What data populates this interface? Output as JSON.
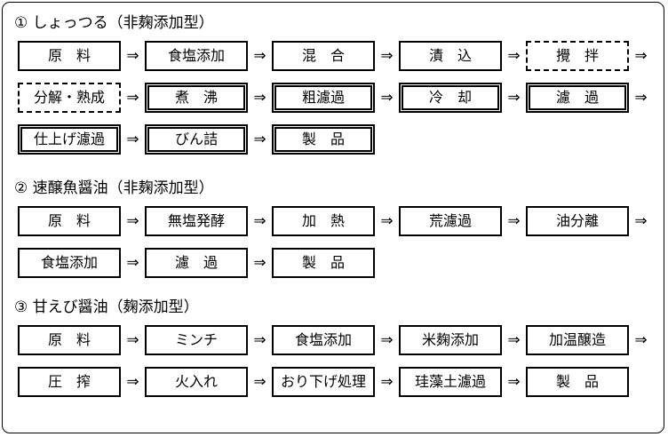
{
  "diagram": {
    "arrow_glyph": "⇒",
    "colors": {
      "line": "#000000",
      "background": "#ffffff"
    },
    "sections": [
      {
        "title": "① しょっつる（非麹添加型）",
        "rows": [
          {
            "steps": [
              {
                "label": "原　料",
                "style": "solid"
              },
              {
                "label": "食塩添加",
                "style": "solid"
              },
              {
                "label": "混　合",
                "style": "solid"
              },
              {
                "label": "漬　込",
                "style": "solid"
              },
              {
                "label": "攪　拌",
                "style": "dashed"
              }
            ],
            "trailing_arrow": true
          },
          {
            "steps": [
              {
                "label": "分解・熟成",
                "style": "dashed"
              },
              {
                "label": "煮　沸",
                "style": "double"
              },
              {
                "label": "粗濾過",
                "style": "double"
              },
              {
                "label": "冷　却",
                "style": "double"
              },
              {
                "label": "濾　過",
                "style": "double"
              }
            ],
            "trailing_arrow": true
          },
          {
            "steps": [
              {
                "label": "仕上げ濾過",
                "style": "double"
              },
              {
                "label": "びん詰",
                "style": "double"
              },
              {
                "label": "製　品",
                "style": "double"
              }
            ],
            "trailing_arrow": false
          }
        ]
      },
      {
        "title": "② 速醸魚醤油（非麹添加型）",
        "rows": [
          {
            "steps": [
              {
                "label": "原　料",
                "style": "solid"
              },
              {
                "label": "無塩発酵",
                "style": "solid"
              },
              {
                "label": "加　熱",
                "style": "solid"
              },
              {
                "label": "荒濾過",
                "style": "solid"
              },
              {
                "label": "油分離",
                "style": "solid"
              }
            ],
            "trailing_arrow": true
          },
          {
            "steps": [
              {
                "label": "食塩添加",
                "style": "solid"
              },
              {
                "label": "濾　過",
                "style": "solid"
              },
              {
                "label": "製　品",
                "style": "solid"
              }
            ],
            "trailing_arrow": false
          }
        ]
      },
      {
        "title": "③ 甘えび醤油（麹添加型）",
        "rows": [
          {
            "steps": [
              {
                "label": "原　料",
                "style": "solid"
              },
              {
                "label": "ミンチ",
                "style": "solid"
              },
              {
                "label": "食塩添加",
                "style": "solid"
              },
              {
                "label": "米麹添加",
                "style": "solid"
              },
              {
                "label": "加温醸造",
                "style": "solid"
              }
            ],
            "trailing_arrow": true
          },
          {
            "steps": [
              {
                "label": "圧　搾",
                "style": "solid"
              },
              {
                "label": "火入れ",
                "style": "solid"
              },
              {
                "label": "おり下げ処理",
                "style": "solid"
              },
              {
                "label": "珪藻土濾過",
                "style": "solid"
              },
              {
                "label": "製　品",
                "style": "solid"
              }
            ],
            "trailing_arrow": false
          }
        ]
      }
    ]
  }
}
